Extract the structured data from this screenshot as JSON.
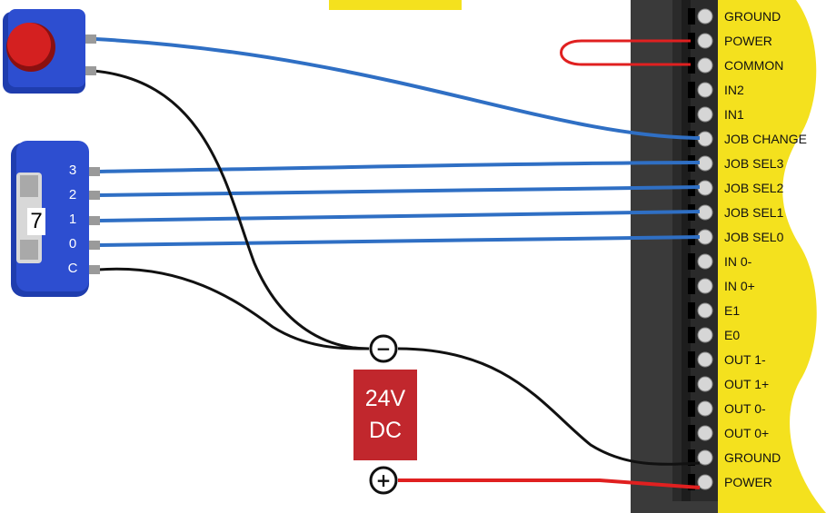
{
  "terminal_block": {
    "labels": [
      "GROUND",
      "POWER",
      "COMMON",
      "IN2",
      "IN1",
      "JOB CHANGE",
      "JOB SEL3",
      "JOB SEL2",
      "JOB SEL1",
      "JOB SEL0",
      "IN 0-",
      "IN 0+",
      "E1",
      "E0",
      "OUT 1-",
      "OUT 1+",
      "OUT 0-",
      "OUT 0+",
      "GROUND",
      "POWER"
    ]
  },
  "power_supply": {
    "line1": "24V",
    "line2": "DC",
    "neg_symbol": "−",
    "pos_symbol": "+"
  },
  "dip_switch": {
    "pin_labels": [
      "3",
      "2",
      "1",
      "0",
      "C"
    ],
    "digit": "7"
  },
  "colors": {
    "label_bg": "#f4e11e",
    "wire_blue": "#2f6fc4",
    "wire_red": "#e02020",
    "wire_black": "#111111",
    "psu_red": "#c1272d",
    "switch_blue": "#2a44b8"
  }
}
